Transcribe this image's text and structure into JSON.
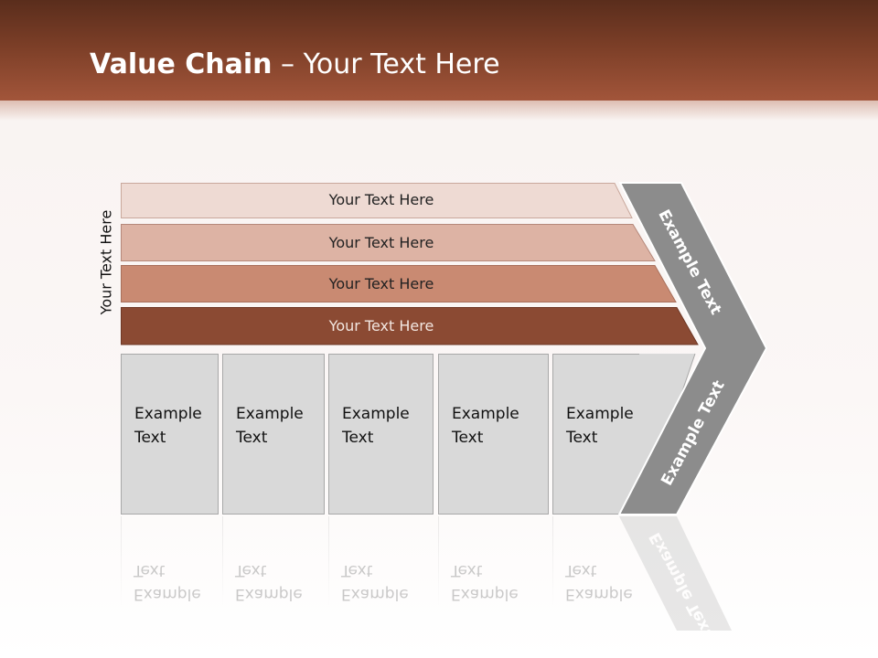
{
  "title": {
    "bold": "Value Chain",
    "rest": " – Your Text Here"
  },
  "vertical_label": "Your Text Here",
  "bars": [
    {
      "label": "Your Text Here",
      "color": "#eedad3"
    },
    {
      "label": "Your Text Here",
      "color": "#ddb3a4"
    },
    {
      "label": "Your Text Here",
      "color": "#c98a72"
    },
    {
      "label": "Your Text Here",
      "color": "#8b4a33"
    }
  ],
  "boxes": [
    {
      "label": "Example\nText"
    },
    {
      "label": "Example\nText"
    },
    {
      "label": "Example\nText"
    },
    {
      "label": "Example\nText"
    },
    {
      "label": "Example\nText"
    }
  ],
  "chevron": {
    "upper_label": "Example Text",
    "lower_label": "Example Text",
    "color": "#8c8c8c"
  }
}
